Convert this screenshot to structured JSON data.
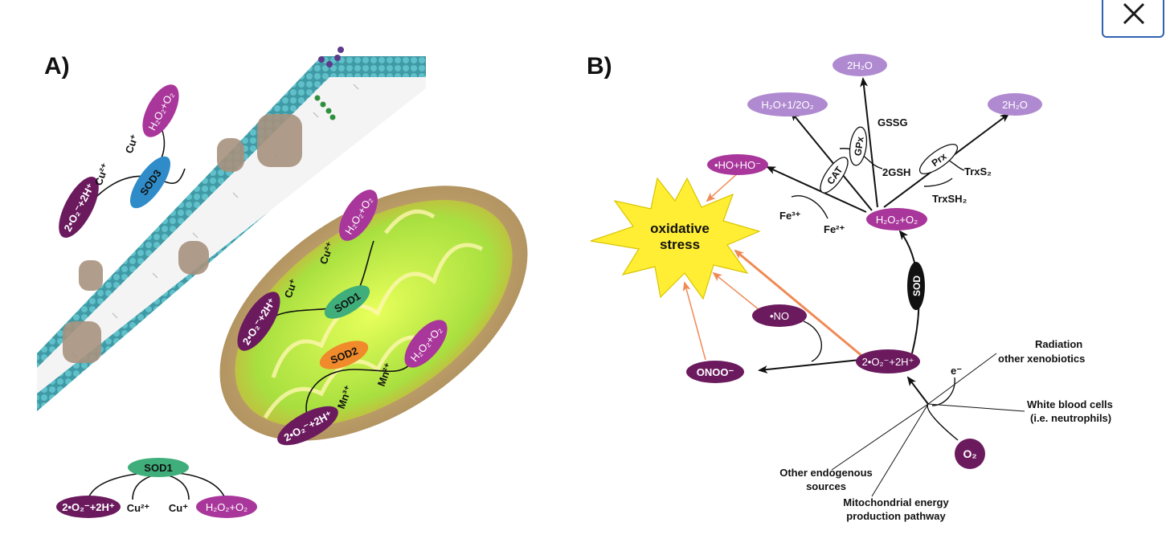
{
  "close_button": {
    "icon": "close-icon"
  },
  "panel_a": {
    "label": "A)",
    "sod3": {
      "enzyme": "SOD3",
      "reactant": "2•O₂⁻+2H⁺",
      "product": "H₂O₂+O₂",
      "ion_a": "Cu²⁺",
      "ion_b": "Cu⁺"
    },
    "sod1_cyto": {
      "enzyme": "SOD1",
      "reactant": "2•O₂⁻+2H⁺",
      "product": "H₂O₂+O₂",
      "ion_a": "Cu⁺",
      "ion_b": "Cu²⁺"
    },
    "sod2": {
      "enzyme": "SOD2",
      "reactant": "2•O₂⁻+2H⁺",
      "product": "H₂O₂+O₂",
      "ion_a": "Mn³⁺",
      "ion_b": "Mn²⁺"
    },
    "sod1_bottom": {
      "enzyme": "SOD1",
      "reactant": "2•O₂⁻+2H⁺",
      "product": "H₂O₂+O₂",
      "ion_a": "Cu²⁺",
      "ion_b": "Cu⁺"
    }
  },
  "panel_b": {
    "label": "B)",
    "oxidative_stress_1": "oxidative",
    "oxidative_stress_2": "stress",
    "hydroxyl": "•HO+HO⁻",
    "water_cat": "H₂O+1/2O₂",
    "water_gpx": "2H₂O",
    "water_prx": "2H₂O",
    "peroxide": "H₂O₂+O₂",
    "superoxide": "2•O₂⁻+2H⁺",
    "nitric_oxide": "•NO",
    "peroxynitrite": "ONOO⁻",
    "oxygen": "O₂",
    "cat": "CAT",
    "gpx": "GPx",
    "prx": "Prx",
    "sod": "SOD",
    "gssg": "GSSG",
    "gsh": "2GSH",
    "trxs2": "TrxS₂",
    "trxsh2": "TrxSH₂",
    "fe3": "Fe³⁺",
    "fe2": "Fe²⁺",
    "electron": "e⁻",
    "radiation_1": "Radiation",
    "radiation_2": "other xenobiotics",
    "wbc_1": "White blood cells",
    "wbc_2": "(i.e. neutrophils)",
    "endogenous_1": "Other endogenous",
    "endogenous_2": "sources",
    "mito_1": "Mitochondrial energy",
    "mito_2": "production pathway"
  },
  "colors": {
    "dark_purple": "#6b1a5e",
    "magenta": "#a9369b",
    "lavender": "#b08ad0",
    "sod_green": "#3fae7a",
    "sod3_blue": "#2f8cc8",
    "sod2_orange": "#f08a2a",
    "star_yellow": "#ffee33",
    "arrow_orange": "#f08a55"
  }
}
